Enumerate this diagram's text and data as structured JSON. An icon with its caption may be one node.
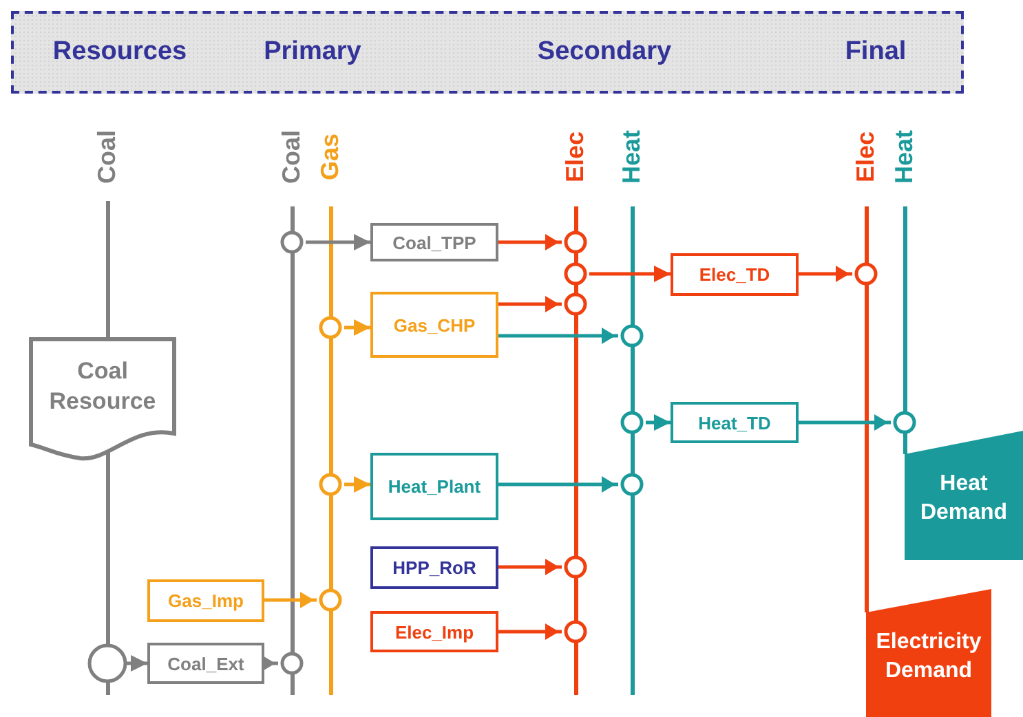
{
  "diagram": {
    "nodes": [
      {
        "text": [
          "Resources",
          "Primary",
          "Secondary",
          "Final"
        ]
      },
      {
        "text": [
          "Coal"
        ]
      },
      {
        "text": [
          "Coal"
        ]
      },
      {
        "text": [
          "Gas"
        ]
      },
      {
        "text": [
          "Elec"
        ]
      },
      {
        "text": [
          "Heat"
        ]
      },
      {
        "text": [
          "Elec"
        ]
      },
      {
        "text": [
          "Heat"
        ]
      },
      {
        "text": [
          "Coal Resource"
        ]
      },
      {
        "text": [
          "Coal_TPP"
        ]
      },
      {
        "text": [
          "Gas_CHP"
        ]
      },
      {
        "text": [
          "Heat_Plant"
        ]
      },
      {
        "text": [
          "HPP_RoR"
        ]
      },
      {
        "text": [
          "Elec_Imp"
        ]
      },
      {
        "text": [
          "Gas_Imp"
        ]
      },
      {
        "text": [
          "Coal_Ext"
        ]
      },
      {
        "text": [
          "Elec_TD"
        ]
      },
      {
        "text": [
          "Heat_TD"
        ]
      },
      {
        "text": [
          "Heat Demand"
        ]
      },
      {
        "text": [
          "Electricity Demand"
        ]
      }
    ],
    "edges": [
      {
        "from": 2,
        "to": 9,
        "arrow": "to",
        "color": "#808080"
      },
      {
        "from": 9,
        "to": 4,
        "arrow": "to"
      },
      {
        "from": 4,
        "to": 16,
        "arrow": "to"
      },
      {
        "from": 16,
        "to": 6,
        "arrow": "to"
      },
      {
        "from": 3,
        "to": 10,
        "arrow": "to",
        "color": "#f5a01a"
      },
      {
        "from": 10,
        "to": 4,
        "arrow": "to"
      },
      {
        "from": 10,
        "to": 5,
        "arrow": "to",
        "color": "#1a9a9a"
      },
      {
        "from": 5,
        "to": 17,
        "arrow": "to",
        "color": "#1a9a9a"
      },
      {
        "from": 17,
        "to": 7,
        "arrow": "to",
        "color": "#1a9a9a"
      },
      {
        "from": 3,
        "to": 11,
        "arrow": "to",
        "color": "#f5a01a"
      },
      {
        "from": 11,
        "to": 5,
        "arrow": "to",
        "color": "#1a9a9a"
      },
      {
        "from": 12,
        "to": 4,
        "arrow": "to"
      },
      {
        "from": 13,
        "to": 4,
        "arrow": "to"
      },
      {
        "from": 14,
        "to": 3,
        "arrow": "to",
        "color": "#f5a01a"
      },
      {
        "from": 1,
        "to": 15,
        "arrow": "to",
        "color": "#808080"
      },
      {
        "from": 15,
        "to": 2,
        "arrow": "to",
        "color": "#808080"
      }
    ]
  }
}
